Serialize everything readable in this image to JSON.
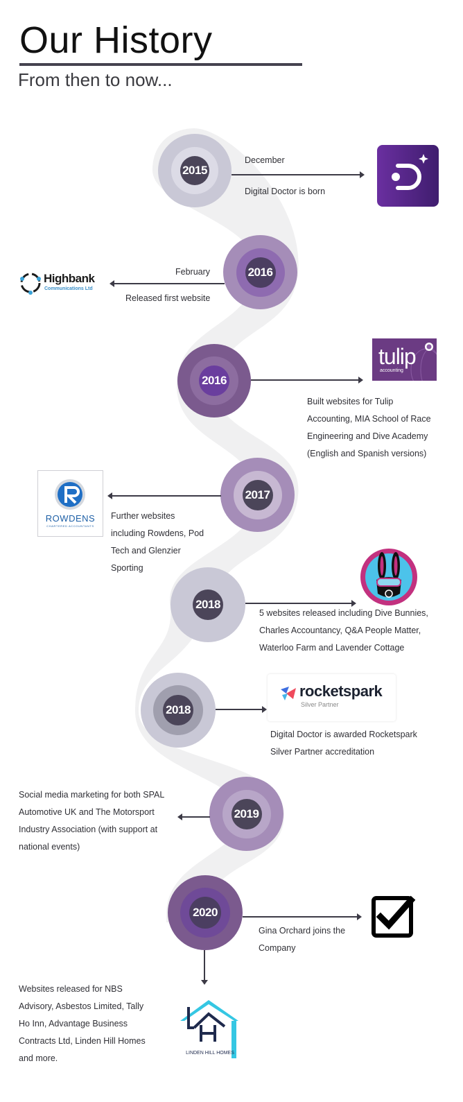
{
  "header": {
    "title": "Our History",
    "subtitle": "From then to now..."
  },
  "colors": {
    "spine": "#f0f0f1",
    "arrow": "#3c3a46",
    "lavender_outer": "#c9c8d6",
    "lavender_mid": "#dcdbe6",
    "purple_outer": "#a58db8",
    "purple_mid": "#8e6bb0",
    "deep_purple_outer": "#7b5a8e",
    "deep_purple_mid": "#8d6da0",
    "deep_purple_core": "#6a3e9e",
    "dark_core": "#4b4559",
    "brand_purple": "#5b2a8e"
  },
  "milestones": [
    {
      "year": "2015",
      "month": "December",
      "text": "Digital Doctor is born",
      "logo": "digital-doctor-logo"
    },
    {
      "year": "2016",
      "month": "February",
      "text": "Released first website",
      "logo": "highbank-logo",
      "logo_title": "Highbank",
      "logo_subtitle": "Communications Ltd"
    },
    {
      "year": "2016",
      "text": "Built websites for Tulip Accounting, MIA School of Race Engineering and Dive Academy (English and Spanish versions)",
      "lines": [
        "Built websites for Tulip",
        "Accounting, MIA School of Race",
        "Engineering and Dive Academy",
        "(English and Spanish versions)"
      ],
      "logo": "tulip-logo",
      "logo_title": "tulip",
      "logo_subtitle": "accounting"
    },
    {
      "year": "2017",
      "lines": [
        "Further websites",
        "including Rowdens, Pod",
        "Tech and Glenzier",
        "Sporting"
      ],
      "logo": "rowdens-logo",
      "logo_title": "ROWDENS",
      "logo_subtitle": "CHARTERED ACCOUNTANTS"
    },
    {
      "year": "2018",
      "lines": [
        "5 websites released including Dive Bunnies,",
        "Charles Accountancy, Q&A People Matter,",
        "Waterloo Farm and Lavender Cottage"
      ],
      "logo": "dive-bunnies-logo"
    },
    {
      "year": "2018",
      "lines": [
        "Digital Doctor is awarded Rocketspark",
        "Silver Partner accreditation"
      ],
      "logo": "rocketspark-logo",
      "logo_title": "rocketspark",
      "logo_subtitle": "Silver Partner"
    },
    {
      "year": "2019",
      "lines": [
        "Social media marketing for both SPAL",
        "Automotive UK and The Motorsport",
        "Industry Association (with support at",
        "national events)"
      ]
    },
    {
      "year": "2020",
      "lines": [
        "Gina Orchard joins the",
        "Company"
      ],
      "logo": "checkbox-icon"
    },
    {
      "lines": [
        "Websites released for NBS",
        "Advisory, Asbestos Limited, Tally",
        "Ho Inn, Advantage Business",
        "Contracts Ltd, Linden Hill Homes",
        "and more."
      ],
      "logo": "linden-hill-homes-logo",
      "logo_title": "LINDEN HILL HOMES",
      "logo_letters": "LH"
    }
  ]
}
